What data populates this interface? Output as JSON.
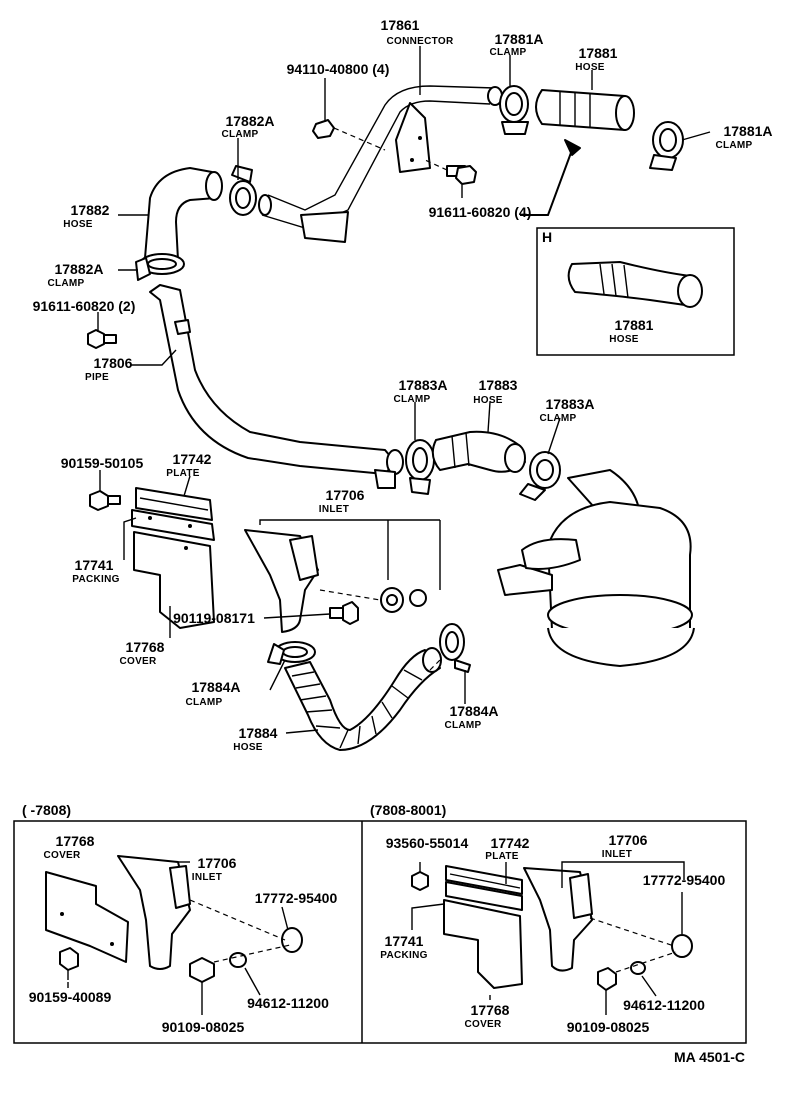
{
  "main": {
    "items": [
      {
        "part": "17861",
        "name": "CONNECTOR"
      },
      {
        "part": "17881A",
        "name": "CLAMP"
      },
      {
        "part": "17881",
        "name": "HOSE"
      },
      {
        "part": "94110-40800 (4)"
      },
      {
        "part": "17882A",
        "name": "CLAMP"
      },
      {
        "part": "17881A",
        "name": "CLAMP"
      },
      {
        "part": "91611-60820 (4)"
      },
      {
        "part": "17882",
        "name": "HOSE"
      },
      {
        "part": "17882A",
        "name": "CLAMP"
      },
      {
        "part": "91611-60820 (2)"
      },
      {
        "part": "17806",
        "name": "PIPE"
      },
      {
        "part": "17883A",
        "name": "CLAMP"
      },
      {
        "part": "17883",
        "name": "HOSE"
      },
      {
        "part": "17883A",
        "name": "CLAMP"
      },
      {
        "part": "90159-50105"
      },
      {
        "part": "17742",
        "name": "PLATE"
      },
      {
        "part": "17706",
        "name": "INLET"
      },
      {
        "part": "17741",
        "name": "PACKING"
      },
      {
        "part": "90119-08171"
      },
      {
        "part": "17768",
        "name": "COVER"
      },
      {
        "part": "17884A",
        "name": "CLAMP"
      },
      {
        "part": "17884A",
        "name": "CLAMP"
      },
      {
        "part": "17884",
        "name": "HOSE"
      }
    ],
    "inset": {
      "letter": "H",
      "part": "17881",
      "name": "HOSE"
    }
  },
  "panel_left": {
    "heading": "(      -7808)",
    "items": [
      {
        "part": "17768",
        "name": "COVER"
      },
      {
        "part": "17706",
        "name": "INLET"
      },
      {
        "part": "17772-95400"
      },
      {
        "part": "90159-40089"
      },
      {
        "part": "94612-11200"
      },
      {
        "part": "90109-08025"
      }
    ]
  },
  "panel_right": {
    "heading": "(7808-8001)",
    "items": [
      {
        "part": "93560-55014"
      },
      {
        "part": "17742",
        "name": "PLATE"
      },
      {
        "part": "17706",
        "name": "INLET"
      },
      {
        "part": "17772-95400"
      },
      {
        "part": "17741",
        "name": "PACKING"
      },
      {
        "part": "94612-11200"
      },
      {
        "part": "17768",
        "name": "COVER"
      },
      {
        "part": "90109-08025"
      }
    ]
  },
  "footer": {
    "code": "MA 4501-C"
  }
}
